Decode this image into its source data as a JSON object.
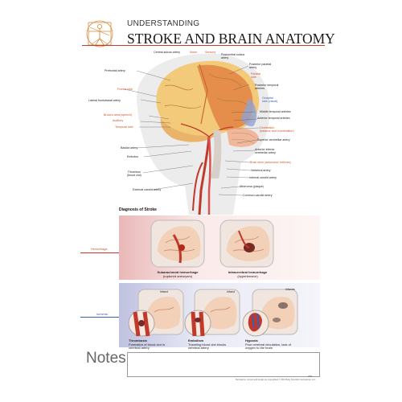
{
  "header": {
    "subtitle": "UNDERSTANDING",
    "title": "STROKE AND BRAIN ANATOMY"
  },
  "colors": {
    "accent_red": "#c73a2a",
    "label_orange": "#d2542a",
    "label_blue": "#3a5fb0",
    "hemorrhagic_bg": "#f6dcdc",
    "ischemic_bg": "#dfe0ef"
  },
  "anatomy_labels": {
    "central_sulcus": "Central sulcus artery",
    "motor": "Motor",
    "sensory": "Sensory",
    "postcentral_sulcus": "Postcentral sulcus\nartery",
    "prefrontal": "Prefrontal artery",
    "posterior_parietal": "Posterior parietal\nartery",
    "parietal_lobe": "Parietal\nlobe",
    "frontal_lobe": "Frontal lobe",
    "posterior_temporal": "Posterior temporal\narteries",
    "lateral_frontobasal": "Lateral frontobasal artery",
    "occipital_lobe": "Occipital\nlobe (visual)",
    "middle_temporal": "Middle temporal arteries",
    "brocas_area": "Broca's area (speech)",
    "auditory": "Auditory",
    "anterior_temporal": "Anterior temporal arteries",
    "temporal_lobe": "Temporal lobe",
    "cerebellum": "Cerebellum\n(balance and coordination)",
    "superior_cerebellar": "Superior cerebellar artery",
    "basilar": "Basilar artery",
    "anterior_inferior_cerebellar": "Anterior inferior\ncerebellar artery",
    "embolus": "Embolus",
    "brain_stem": "Brain stem (autonomic reflexes)",
    "vertebral": "Vertebral artery",
    "thrombus": "Thrombus\n(blood clot)",
    "internal_carotid": "Internal carotid artery",
    "external_carotid": "External carotid artery",
    "atheroma": "Atheroma (plaque)",
    "common_carotid": "Common carotid artery"
  },
  "diagnosis": {
    "title": "Diagnosis of Stroke",
    "hemorrhagic_label": "Hemorrhagic",
    "ischemic_label": "Ischemic",
    "subarachnoid": {
      "title": "Subarachnoid hemorrhage",
      "desc": "(ruptured aneurysm)"
    },
    "intracerebral": {
      "title": "Intracerebral hemorrhage",
      "desc": "(hypertensive)"
    },
    "thrombosis": {
      "title": "Thrombosis",
      "desc": "Formation of blood clot in\ncerebral artery"
    },
    "embolism": {
      "title": "Embolism",
      "desc": "Traveling blood clot blocks\ncerebral artery"
    },
    "hypoxia": {
      "title": "Hypoxia",
      "desc": "Poor cerebral circulation, lack of\noxygen to the brain"
    },
    "infarct_1": "Infarct",
    "infarct_2": "Infarct",
    "infarcts": "Infarcts"
  },
  "notes_label": "Notes:",
  "footer": {
    "code": "9999",
    "copyright": "Illustrations, content and design are copyrighted © 2016 Body Scientific International, LLC"
  }
}
